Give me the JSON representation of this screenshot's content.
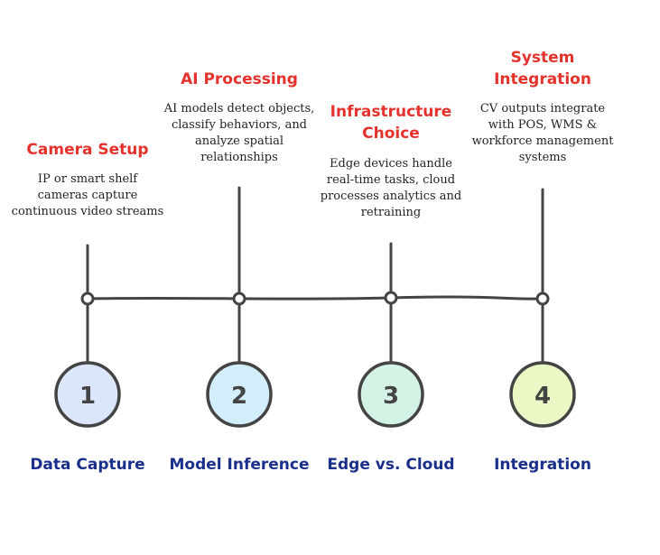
{
  "steps": [
    {
      "number": "1",
      "heading": "Camera Setup",
      "description": "IP or smart shelf cameras capture continuous video streams",
      "label": "Data Capture",
      "color": "#dce6fb"
    },
    {
      "number": "2",
      "heading": "AI Processing",
      "description": "AI models detect objects, classify behaviors, and analyze spatial relationships",
      "label": "Model Inference",
      "color": "#d3eefb"
    },
    {
      "number": "3",
      "heading": "Infrastructure Choice",
      "description": "Edge devices handle real-time tasks, cloud processes analytics and retraining",
      "label": "Edge vs. Cloud",
      "color": "#d3f4e4"
    },
    {
      "number": "4",
      "heading": "System Integration",
      "description": "CV outputs integrate with POS, WMS & workforce management systems",
      "label": "Integration",
      "color": "#e9f8c4"
    }
  ],
  "colors": {
    "heading": "#e5322c",
    "label": "#1a2f8a",
    "line": "#444444",
    "text": "#222222"
  }
}
